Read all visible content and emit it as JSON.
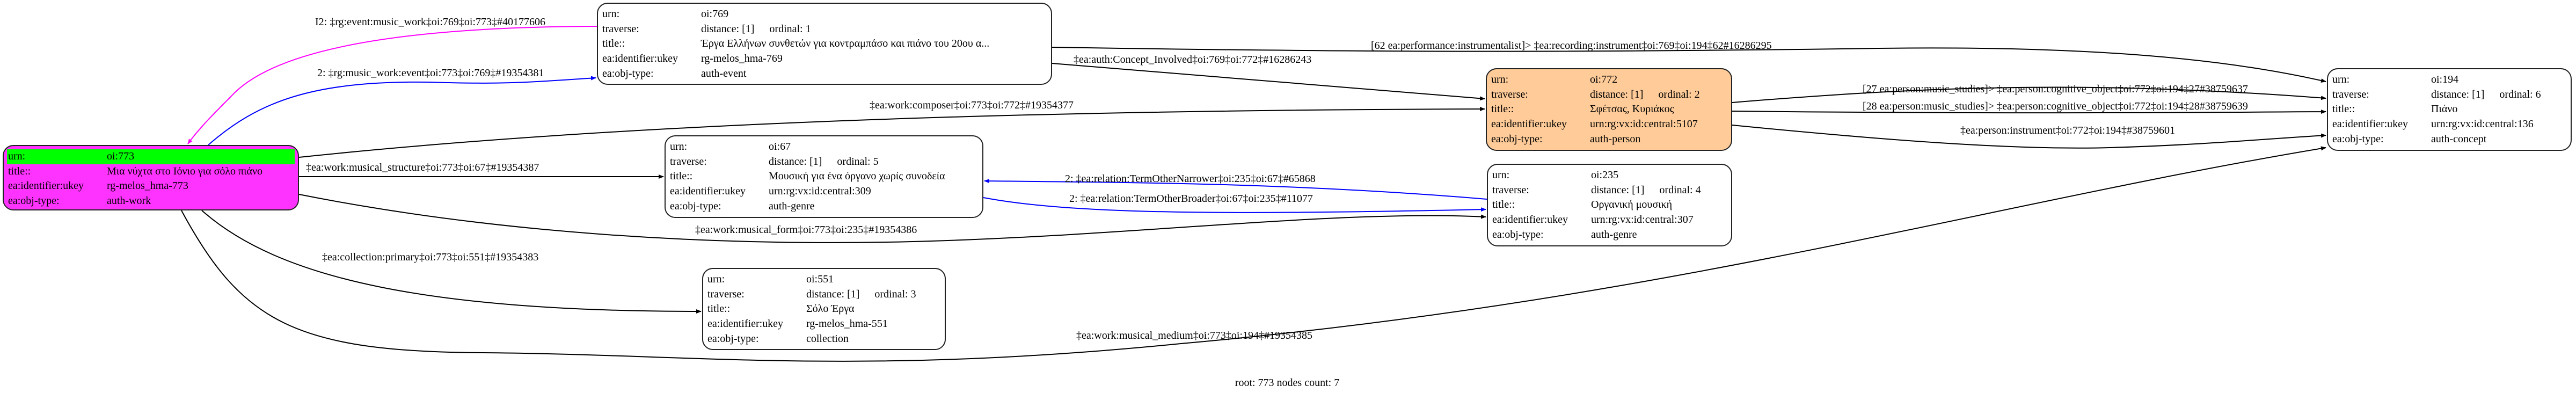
{
  "colors": {
    "root_fill": "#ff33ff",
    "root_header": "#00ff00",
    "person_fill": "#ffcc99",
    "magenta_edge": "#ff00ff",
    "blue_edge": "#0000ff"
  },
  "nodes": {
    "n773": {
      "urn_k": "urn:",
      "urn": "oi:773",
      "title_k": "title::",
      "title": "Μια νύχτα στο Ιόνιο για σόλο πιάνο",
      "ukey_k": "ea:identifier:ukey",
      "ukey": "rg-melos_hma-773",
      "type_k": "ea:obj-type:",
      "type": "auth-work"
    },
    "n769": {
      "urn_k": "urn:",
      "urn": "oi:769",
      "trav_k": "traverse:",
      "dist": "distance: [1]",
      "ord": "ordinal: 1",
      "title_k": "title::",
      "title": "Έργα Ελλήνων συνθετών για κοντραμπάσο και πιάνο του 20ου α...",
      "ukey_k": "ea:identifier:ukey",
      "ukey": "rg-melos_hma-769",
      "type_k": "ea:obj-type:",
      "type": "auth-event"
    },
    "n772": {
      "urn_k": "urn:",
      "urn": "oi:772",
      "trav_k": "traverse:",
      "dist": "distance: [1]",
      "ord": "ordinal: 2",
      "title_k": "title::",
      "title": "Σφέτσας, Κυριάκος",
      "ukey_k": "ea:identifier:ukey",
      "ukey": "urn:rg:vx:id:central:5107",
      "type_k": "ea:obj-type:",
      "type": "auth-person"
    },
    "n194": {
      "urn_k": "urn:",
      "urn": "oi:194",
      "trav_k": "traverse:",
      "dist": "distance: [1]",
      "ord": "ordinal: 6",
      "title_k": "title::",
      "title": "Πιάνο",
      "ukey_k": "ea:identifier:ukey",
      "ukey": "urn:rg:vx:id:central:136",
      "type_k": "ea:obj-type:",
      "type": "auth-concept"
    },
    "n67": {
      "urn_k": "urn:",
      "urn": "oi:67",
      "trav_k": "traverse:",
      "dist": "distance: [1]",
      "ord": "ordinal: 5",
      "title_k": "title::",
      "title": "Μουσική για ένα όργανο χωρίς συνοδεία",
      "ukey_k": "ea:identifier:ukey",
      "ukey": "urn:rg:vx:id:central:309",
      "type_k": "ea:obj-type:",
      "type": "auth-genre"
    },
    "n235": {
      "urn_k": "urn:",
      "urn": "oi:235",
      "trav_k": "traverse:",
      "dist": "distance: [1]",
      "ord": "ordinal: 4",
      "title_k": "title::",
      "title": "Οργανική μουσική",
      "ukey_k": "ea:identifier:ukey",
      "ukey": "urn:rg:vx:id:central:307",
      "type_k": "ea:obj-type:",
      "type": "auth-genre"
    },
    "n551": {
      "urn_k": "urn:",
      "urn": "oi:551",
      "trav_k": "traverse:",
      "dist": "distance: [1]",
      "ord": "ordinal: 3",
      "title_k": "title::",
      "title": "Σόλο Έργα",
      "ukey_k": "ea:identifier:ukey",
      "ukey": "rg-melos_hma-551",
      "type_k": "ea:obj-type:",
      "type": "collection"
    }
  },
  "edges": {
    "e_event_work": "I2: ‡rg:event:music_work‡oi:769‡oi:773‡#40177606",
    "e_work_event": "2: ‡rg:music_work:event‡oi:773‡oi:769‡#19354381",
    "e_concept": "‡ea:auth:Concept_Involved‡oi:769‡oi:772‡#16286243",
    "e_instrument62": "[62 ea:performance:instrumentalist]> ‡ea:recording:instrument‡oi:769‡oi:194‡62#16286295",
    "e_composer": "‡ea:work:composer‡oi:773‡oi:772‡#19354377",
    "e_structure": "‡ea:work:musical_structure‡oi:773‡oi:67‡#19354387",
    "e_form": "‡ea:work:musical_form‡oi:773‡oi:235‡#19354386",
    "e_collection": "‡ea:collection:primary‡oi:773‡oi:551‡#19354383",
    "e_medium": "‡ea:work:musical_medium‡oi:773‡oi:194‡#19354385",
    "e_narrower": "2: ‡ea:relation:TermOtherNarrower‡oi:235‡oi:67‡#65868",
    "e_broader": "2: ‡ea:relation:TermOtherBroader‡oi:67‡oi:235‡#11077",
    "e_studies27": "[27 ea:person:music_studies]> ‡ea:person:cognitive_object‡oi:772‡oi:194‡27#38759637",
    "e_studies28": "[28 ea:person:music_studies]> ‡ea:person:cognitive_object‡oi:772‡oi:194‡28#38759639",
    "e_person_instr": "‡ea:person:instrument‡oi:772‡oi:194‡#38759601"
  },
  "footer": "root: 773 nodes count: 7"
}
